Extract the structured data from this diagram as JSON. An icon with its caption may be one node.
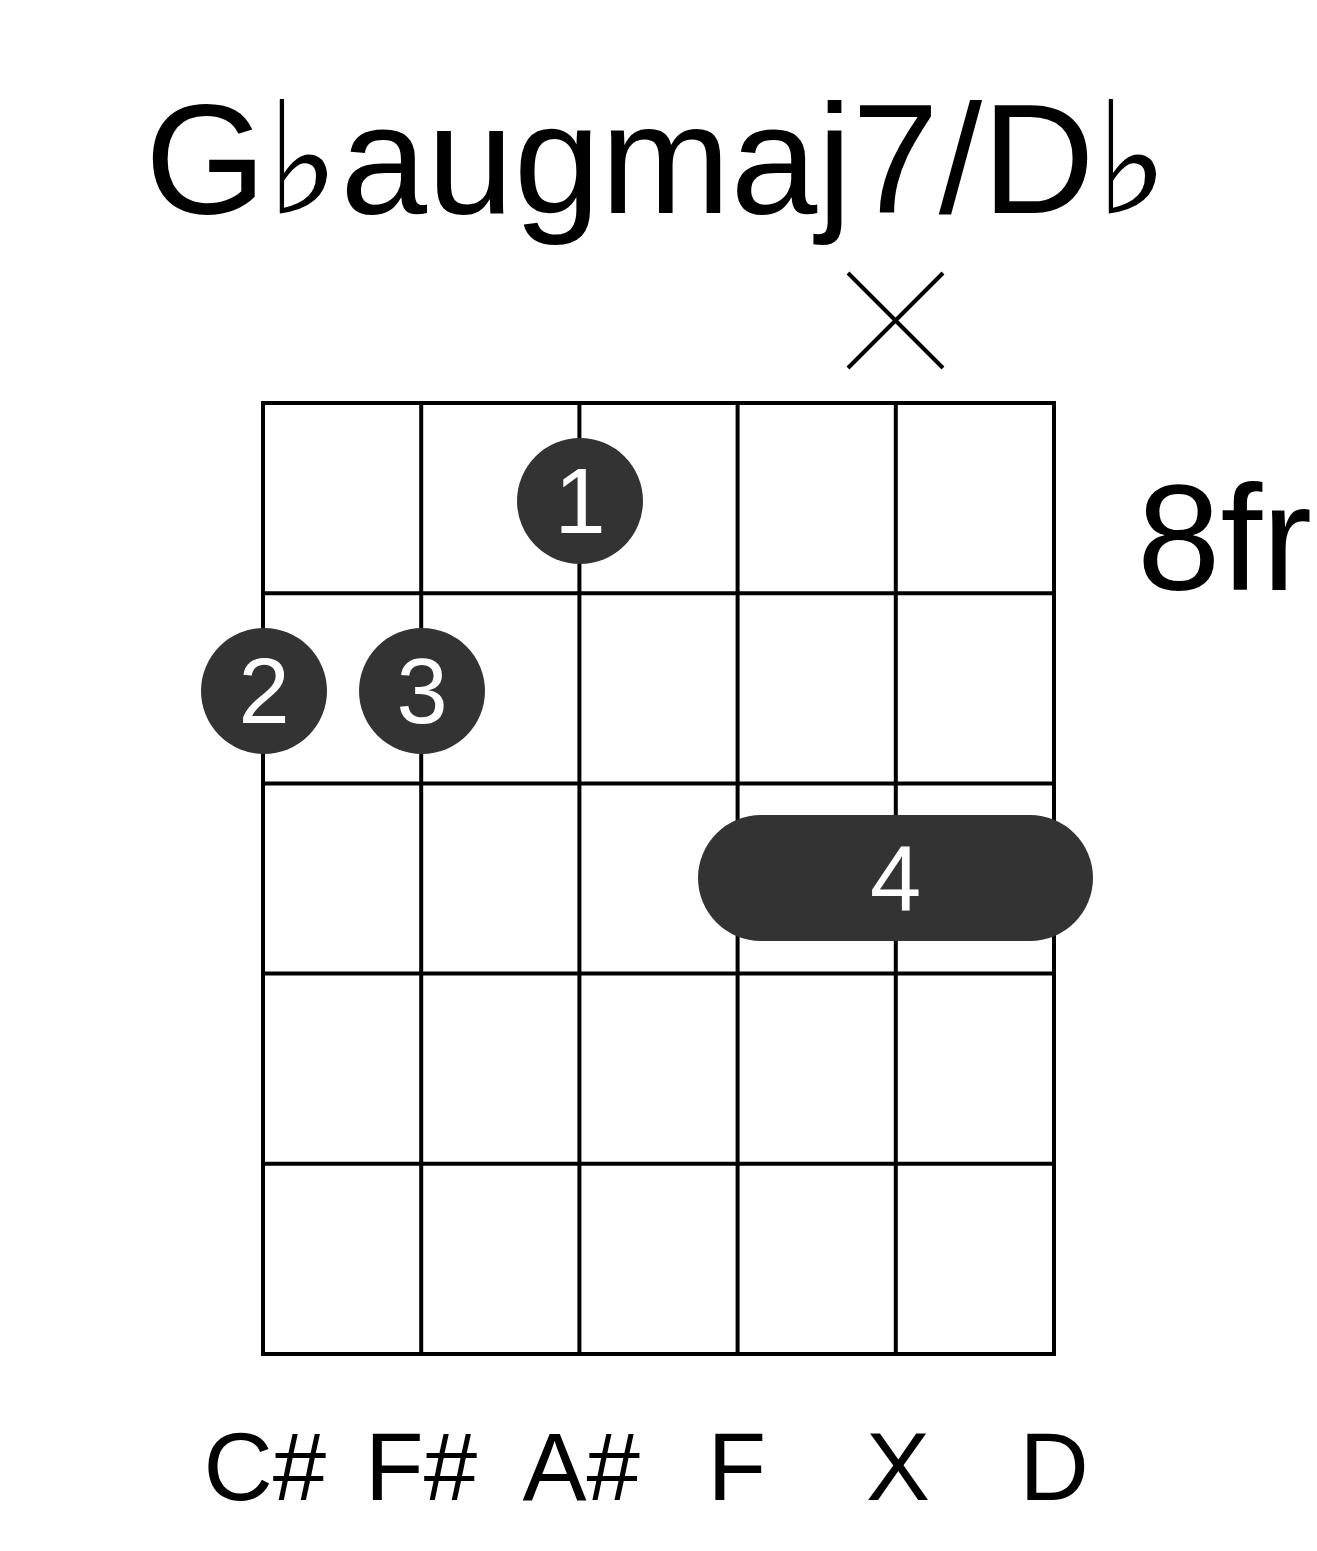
{
  "diagram": {
    "title": "G♭augmaj7/D♭",
    "nodes": [
      {
        "text": [
          "1"
        ]
      },
      {
        "text": [
          "2"
        ]
      },
      {
        "text": [
          "3"
        ]
      },
      {
        "text": [
          "4"
        ]
      }
    ],
    "labels": [
      "8fr",
      "C#",
      "F#",
      "A#",
      "F",
      "X",
      "D"
    ]
  }
}
